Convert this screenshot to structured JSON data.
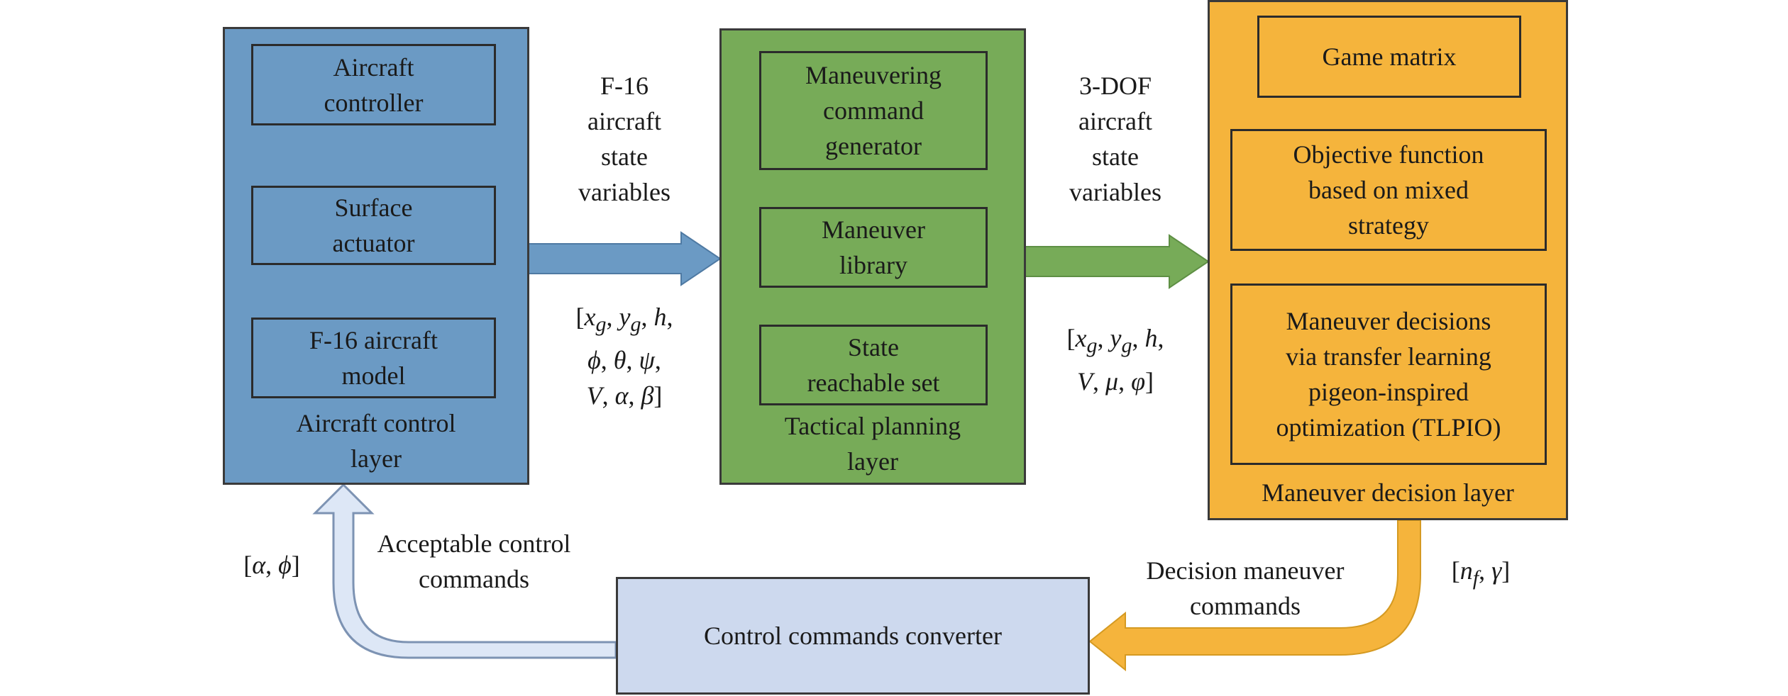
{
  "colors": {
    "control_layer": "#6b9ac4",
    "planning_layer": "#77ab58",
    "decision_layer": "#f5b43c",
    "converter": "#cdd9ee",
    "converter_arrow": "#dde7f6",
    "outline": "#2b2b2b"
  },
  "control_layer": {
    "caption": "Aircraft control\nlayer",
    "blocks": [
      "Aircraft\ncontroller",
      "Surface\nactuator",
      "F-16 aircraft\nmodel"
    ]
  },
  "planning_layer": {
    "caption": "Tactical planning\nlayer",
    "blocks": [
      "Maneuvering\ncommand\ngenerator",
      "Maneuver\nlibrary",
      "State\nreachable set"
    ]
  },
  "decision_layer": {
    "caption": "Maneuver decision layer",
    "blocks": [
      "Game matrix",
      "Objective function\nbased on mixed\nstrategy",
      "Maneuver decisions\nvia transfer learning\npigeon-inspired\noptimization (TLPIO)"
    ]
  },
  "converter": {
    "label": "Control commands converter"
  },
  "arrow_labels": {
    "f16_state": "F-16\naircraft\nstate\nvariables",
    "dof3_state": "3-DOF\naircraft\nstate\nvariables",
    "acceptable_commands": "Acceptable control\ncommands",
    "decision_commands": "Decision maneuver\ncommands"
  },
  "vectors": {
    "f16_state_vector": "[xg, yg, h, ϕ, θ, ψ, V, α, β]",
    "dof3_state_vector": "[xg, yg, h, V, μ, φ]",
    "control_vector": "[α, ϕ]",
    "decision_vector": "[nf, γ]"
  }
}
